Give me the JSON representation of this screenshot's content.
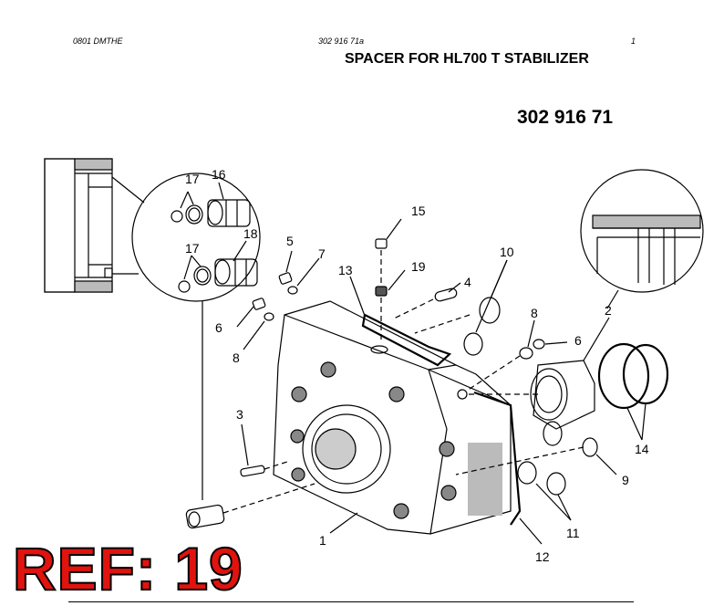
{
  "header": {
    "left_code": "0801 DMTHE",
    "doc_ref": "302 916 71a",
    "page": "1"
  },
  "title": "SPACER FOR HL700 T STABILIZER",
  "part_number": "302 916 71",
  "ref_label": "REF: 19",
  "callouts": [
    "17",
    "16",
    "17",
    "18",
    "5",
    "7",
    "6",
    "8",
    "13",
    "15",
    "19",
    "4",
    "10",
    "8",
    "6",
    "2",
    "3",
    "1",
    "14",
    "9",
    "11",
    "12"
  ],
  "colors": {
    "ref_fill": "#e0130f",
    "line": "#000000"
  }
}
